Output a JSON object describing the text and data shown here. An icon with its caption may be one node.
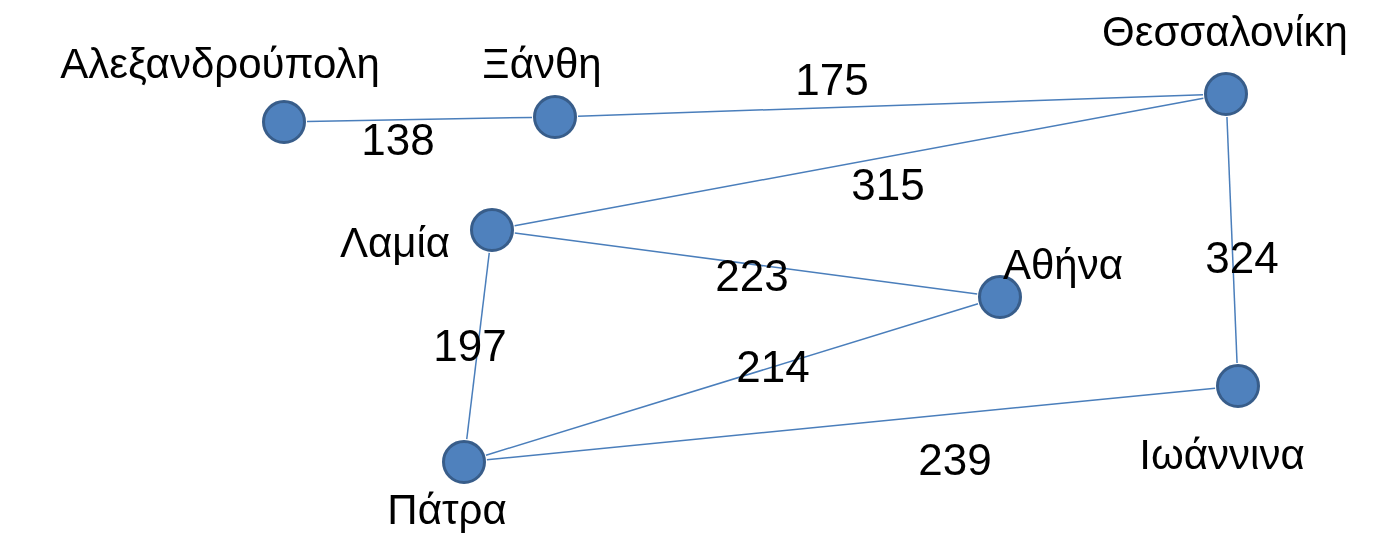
{
  "diagram": {
    "nodes": [
      {
        "text": [
          "Αλεξανδρούπολη"
        ]
      },
      {
        "text": [
          "Ξάνθη"
        ]
      },
      {
        "text": [
          "Θεσσαλονίκη"
        ]
      },
      {
        "text": [
          "Λαμία"
        ]
      },
      {
        "text": [
          "Αθήνα"
        ]
      },
      {
        "text": [
          "Ιωάννινα"
        ]
      },
      {
        "text": [
          "Πάτρα"
        ]
      }
    ],
    "edges": [
      {
        "from": 0,
        "to": 1,
        "arrow": "none",
        "label": "138"
      },
      {
        "from": 1,
        "to": 2,
        "arrow": "none",
        "label": "175"
      },
      {
        "from": 2,
        "to": 3,
        "arrow": "none",
        "label": "315"
      },
      {
        "from": 3,
        "to": 4,
        "arrow": "none",
        "label": "223"
      },
      {
        "from": 2,
        "to": 5,
        "arrow": "none",
        "label": "324"
      },
      {
        "from": 3,
        "to": 6,
        "arrow": "none",
        "label": "197"
      },
      {
        "from": 6,
        "to": 4,
        "arrow": "none",
        "label": "214"
      },
      {
        "from": 6,
        "to": 5,
        "arrow": "none",
        "label": "239"
      }
    ]
  }
}
